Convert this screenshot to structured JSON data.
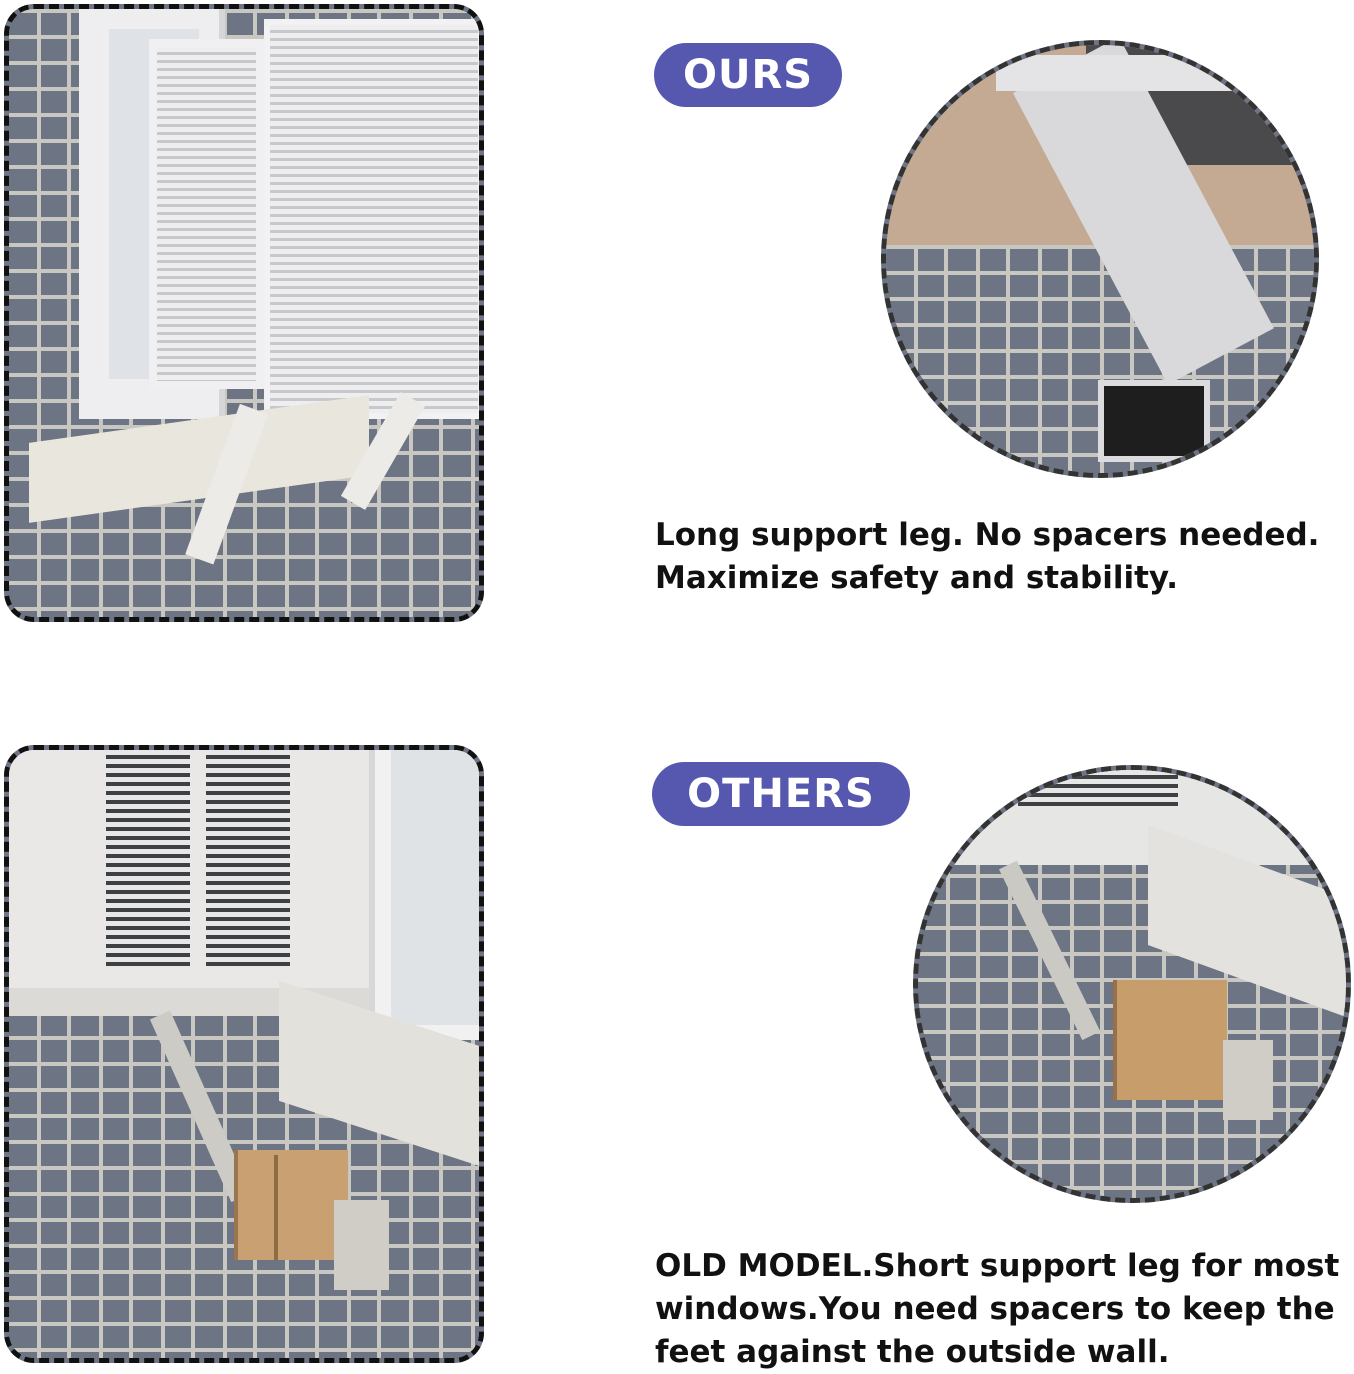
{
  "badges": {
    "ours": "OURS",
    "others": "OTHERS"
  },
  "captions": {
    "ours": {
      "line1": "Long support leg. No spacers needed.",
      "line2": "Maximize safety and stability."
    },
    "others": {
      "line1": "OLD MODEL.Short support leg for most",
      "line2": "windows.You need spacers to keep the",
      "line3": "feet against the outside wall."
    }
  },
  "colors": {
    "badge": "#5658b0",
    "brick": "#6d7483",
    "mortar": "#c9c7c2",
    "frame_border": "#111111",
    "unit_white": "#f2f2f4",
    "wood": "#c8a072"
  }
}
